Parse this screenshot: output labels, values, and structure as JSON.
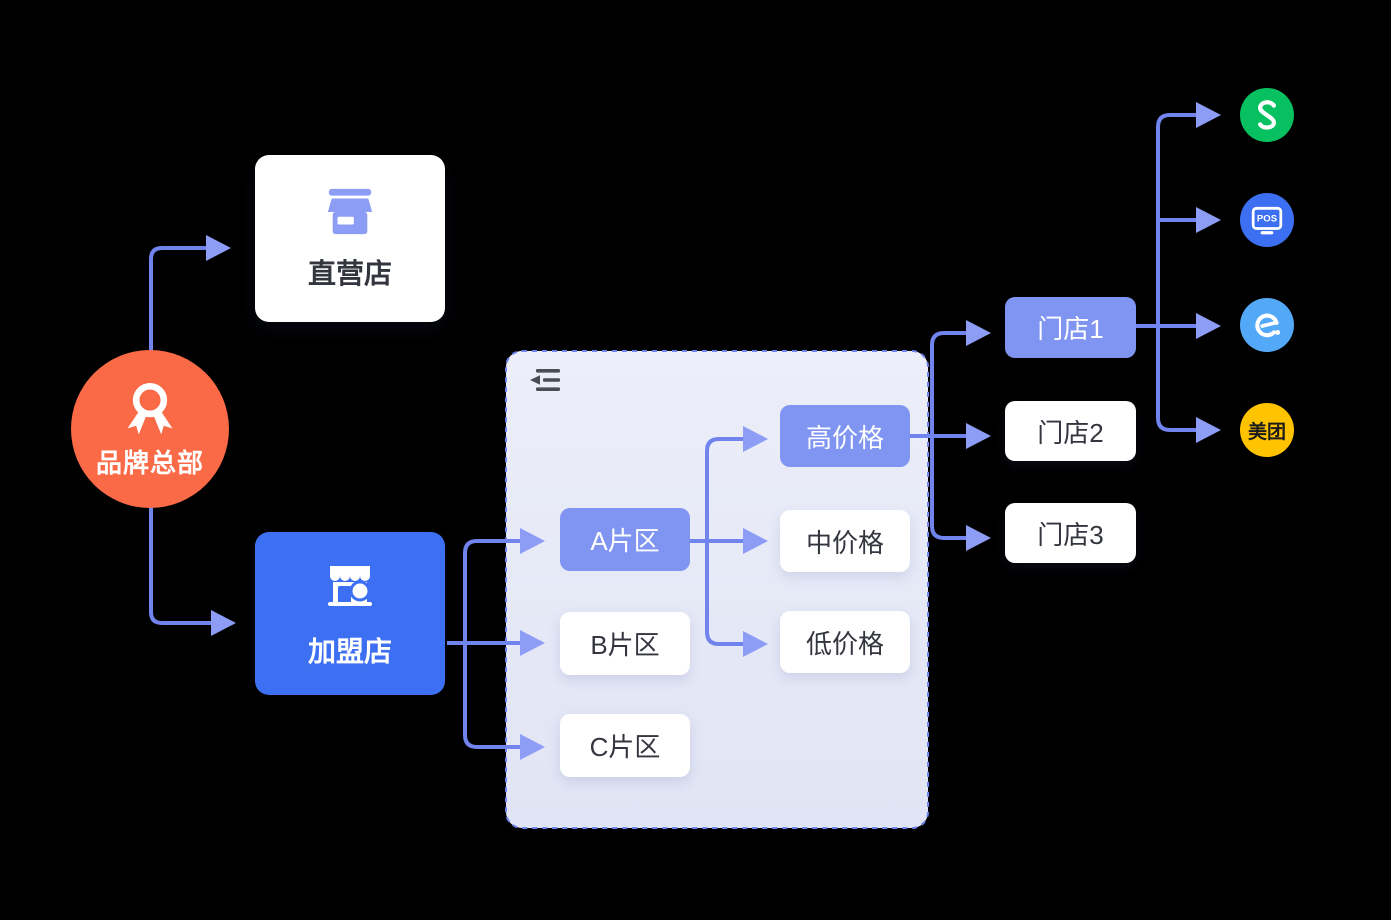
{
  "diagram": {
    "hq": {
      "label": "品牌总部"
    },
    "direct_store": {
      "label": "直营店"
    },
    "franchise_store": {
      "label": "加盟店"
    },
    "zones": [
      {
        "label": "A片区",
        "highlighted": true
      },
      {
        "label": "B片区",
        "highlighted": false
      },
      {
        "label": "C片区",
        "highlighted": false
      }
    ],
    "price_tiers": [
      {
        "label": "高价格",
        "highlighted": true
      },
      {
        "label": "中价格",
        "highlighted": false
      },
      {
        "label": "低价格",
        "highlighted": false
      }
    ],
    "stores": [
      {
        "label": "门店1",
        "highlighted": true
      },
      {
        "label": "门店2",
        "highlighted": false
      },
      {
        "label": "门店3",
        "highlighted": false
      }
    ],
    "channels": [
      {
        "name": "wechat-miniprogram",
        "label": "",
        "color": "#07C160"
      },
      {
        "name": "pos-terminal",
        "label": "POS",
        "color": "#3D6FF2"
      },
      {
        "name": "eleme",
        "label": "",
        "color": "#54A8F8"
      },
      {
        "name": "meituan",
        "label": "美团",
        "color": "#FFC300"
      }
    ],
    "colors": {
      "background": "#000000",
      "hq_orange": "#FA6A47",
      "node_blue": "#3D6FF2",
      "node_periwinkle": "#8095F2",
      "connector_line": "#7183EC",
      "arrowhead": "#8D9DF5",
      "panel_fill": "#E4E7F6",
      "panel_border": "#6D83EE",
      "dark_text": "#33363E"
    }
  }
}
